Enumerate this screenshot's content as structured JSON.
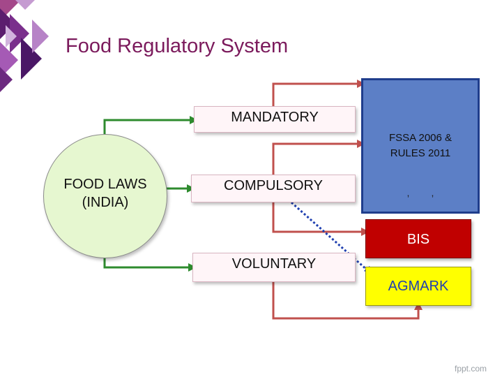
{
  "title": "Food Regulatory System",
  "root": {
    "line1": "FOOD LAWS",
    "line2": "(INDIA)"
  },
  "categories": {
    "mandatory": "MANDATORY",
    "compulsory": "COMPULSORY",
    "voluntary": "VOLUNTARY"
  },
  "bodies": {
    "fssa_line1": "FSSA 2006 &",
    "fssa_line2": "RULES 2011",
    "fssa_ticks": ",        ,",
    "bis": "BIS",
    "agmark": "AGMARK"
  },
  "footer": "fppt.com",
  "colors": {
    "title": "#7b1a5c",
    "green_connector": "#2e8b2e",
    "red_connector": "#c0504d",
    "blue_dotted": "#1f3fb0",
    "fssa_fill": "#5c7fc6",
    "bis_fill": "#c00000",
    "agmark_fill": "#ffff00",
    "circle_fill": "#e6f7d0"
  }
}
